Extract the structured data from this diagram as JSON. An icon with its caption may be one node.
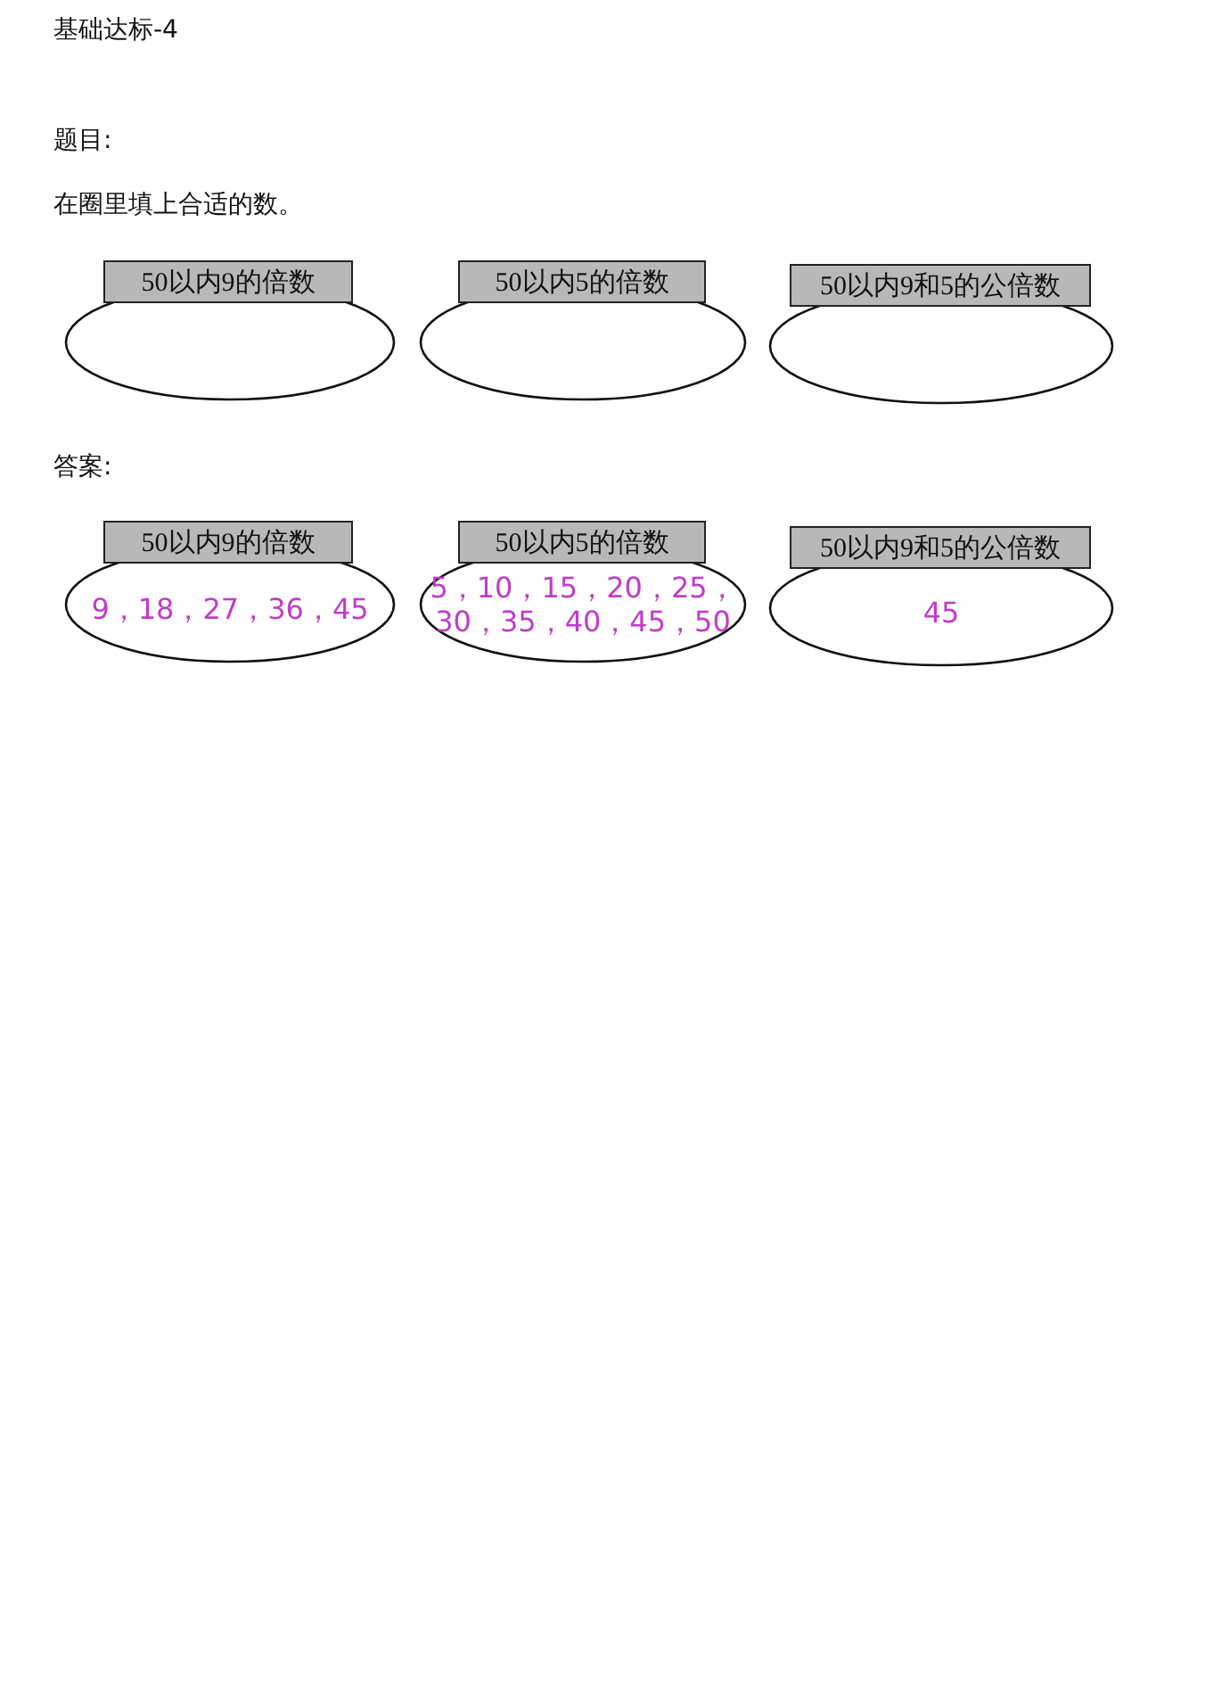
{
  "diagram": {
    "nodes": [
      {
        "text": [
          "50以内9的倍数"
        ]
      },
      {
        "text": [
          "50以内5的倍数"
        ]
      },
      {
        "text": [
          "50以内9和5的公倍数"
        ]
      },
      {
        "text": [
          "50以内9的倍数",
          "9，18，27，36，45"
        ]
      },
      {
        "text": [
          "50以内5的倍数",
          "5，10，15，20，25，30，35，40，45，50"
        ]
      },
      {
        "text": [
          "50以内9和5的公倍数",
          "45"
        ]
      }
    ],
    "labels": [
      "基础达标-4",
      "题目:",
      "在圈里填上合适的数。",
      "答案:"
    ]
  }
}
